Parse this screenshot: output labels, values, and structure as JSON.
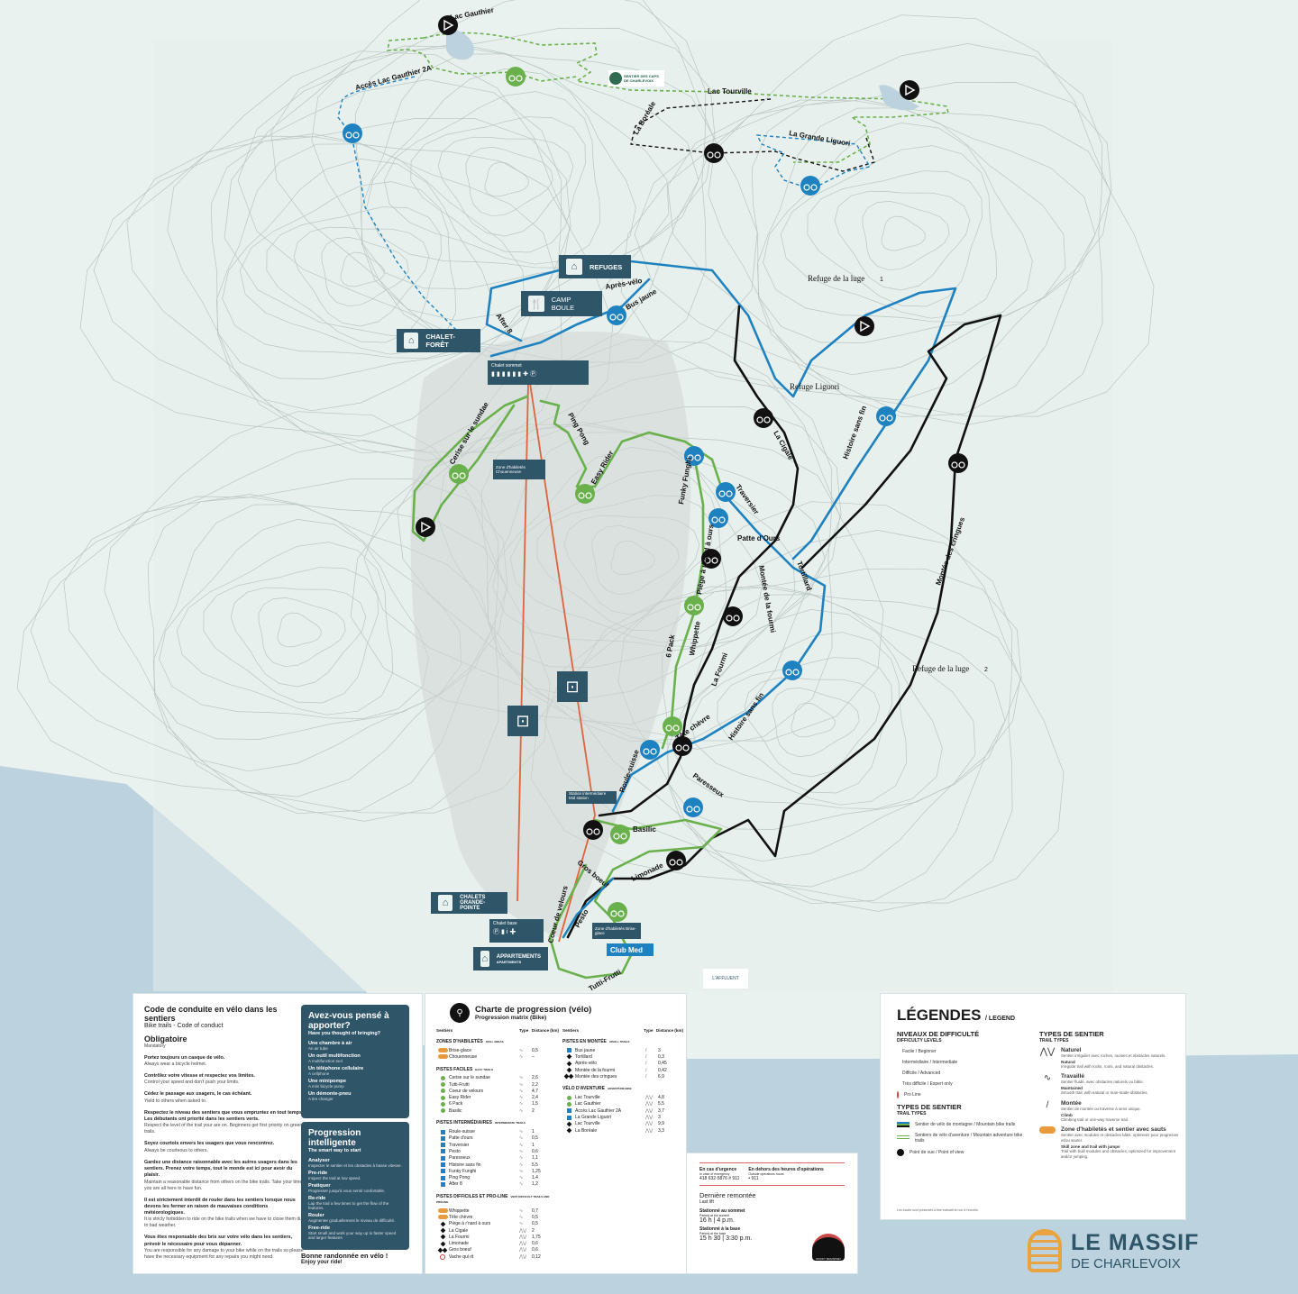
{
  "map": {
    "trail_labels": {
      "lac_gauthier": "Lac Gauthier",
      "acces_lac_gauthier": "Accès Lac Gauthier 2A",
      "lac_tourville": "Lac Tourville",
      "la_boreale": "La Boréale",
      "grande_liguori": "La Grande Liguori",
      "apres_velo": "Après-vélo",
      "bus_jaune": "Bus jaune",
      "after_8": "After 8",
      "cerise": "Cerise sur le sundae",
      "ping_pong": "Ping Pong",
      "easy_rider": "Easy Rider",
      "funky_funghi": "Funky Funghi",
      "traversier": "Traversier",
      "patte_ours": "Patte d'Ours",
      "piege": "Piège à r'nard à ours",
      "montee_fourmi": "Montée de la fourmi",
      "tortillard": "Tortillard",
      "la_cigale": "La Cigale",
      "histoire1": "Histoire sans fin",
      "histoire2": "Histoire sans fin",
      "montee_cringues": "Montée des cringues",
      "six_pack": "6 Pack",
      "whippette": "Whippette",
      "la_fourmi": "La Fourmi",
      "tete_chevre": "Tête chèvre",
      "roule_suisse": "Roule-suisse",
      "paresseux": "Paresseux",
      "basilic": "Basilic",
      "limonade": "Limonade",
      "gros_boeuf": "Gros boeuf",
      "coeur_velours": "Coeur de velours",
      "pesto": "Pesto",
      "tutti_frutti": "Tutti-Frutti"
    },
    "places": {
      "refuges": "REFUGES",
      "camp_boule": "CAMP BOULE",
      "chalet_foret": "CHALET-FORÊT",
      "chalet_sommet": "Chalet sommet",
      "zone_chouenneuse": "Zone d'habiletés Chouenneuse",
      "refuge_luge1": "Refuge de la luge",
      "refuge_luge1_num": "1",
      "refuge_liguori": "Refuge Liguori",
      "refuge_luge2": "Refuge de la luge",
      "refuge_luge2_num": "2",
      "station_inter": "Station intermédiaire",
      "station_inter_en": "Mid station",
      "chalets_gp1": "CHALETS",
      "chalets_gp2": "GRANDE-POINTE",
      "chalet_base": "Chalet base",
      "appartements": "APPARTEMENTS",
      "appartements_en": "APARTMENTS",
      "zone_brise": "Zone d'habiletés Brise-glace",
      "club_med": "Club Med",
      "sentier_caps": "SENTIER DES CAPS",
      "sentier_caps_sub": "DE CHARLEVOIX",
      "affluent": "L'AFFLUENT"
    }
  },
  "conduct": {
    "title": "Code de conduite en vélo dans les sentiers",
    "subtitle": "Bike trails - Code of conduct",
    "mandatory": "Obligatoire",
    "mandatory_en": "Mandatory",
    "rules": [
      {
        "fr": "Portez toujours un casque de vélo.",
        "en": "Always wear a bicycle helmet."
      },
      {
        "fr": "Contrôlez votre vitesse et respectez vos limites.",
        "en": "Control your speed and don't push your limits."
      },
      {
        "fr": "Cédez le passage aux usagers, le cas échéant.",
        "en": "Yield to others when asked to."
      },
      {
        "fr": "Respectez le niveau des sentiers que vous empruntez en tout temps. Les débutants ont priorité dans les sentiers verts.",
        "en": "Respect the level of the trail your are on. Beginners get first priority on green trails."
      },
      {
        "fr": "Soyez courtois envers les usagers que vous rencontrez.",
        "en": "Always be courteous to others."
      },
      {
        "fr": "Gardez une distance raisonnable avec les autres usagers dans les sentiers. Prenez votre temps, tout le monde est ici pour avoir du plaisir.",
        "en": "Maintain a reasonable distance from others on the bike trails. Take your time, you are all here to have fun."
      },
      {
        "fr": "Il est strictement interdit de rouler dans les sentiers lorsque nous devons les fermer en raison de mauvaises conditions météorologiques.",
        "en": "It is stricly forbidden to ride on the bike trails when we have to close them due to bad weather."
      },
      {
        "fr": "Vous êtes responsable des bris sur votre vélo dans les sentiers, prévoir le nécessaire pour vous dépanner.",
        "en": "You are responsible for any damage to your bike while on the trails so please have the necessary equipment for any repairs you might need."
      }
    ],
    "bring": {
      "title": "Avez-vous pensé à apporter?",
      "subtitle": "Have you thought of bringing?",
      "items": [
        {
          "fr": "Une chambre à air",
          "en": "An air tube"
        },
        {
          "fr": "Un outil multifonction",
          "en": "A multifunction tool"
        },
        {
          "fr": "Un téléphone cellulaire",
          "en": "A cellphone"
        },
        {
          "fr": "Une minipompe",
          "en": "A mini bicycle pump"
        },
        {
          "fr": "Un démonte-pneu",
          "en": "A tire changer"
        }
      ]
    },
    "progression": {
      "title": "Progression intelligente",
      "subtitle": "The smart way to start",
      "items": [
        {
          "fr": "Analyser",
          "fr_desc": "Inspecter le sentier et les obstacles à basse vitesse.",
          "en": "Pre-ride",
          "en_desc": "Inspect the trail at low speed."
        },
        {
          "fr": "Pratiquer",
          "fr_desc": "Progresser jusqu'à vous sentir confortable.",
          "en": "Re-ride",
          "en_desc": "Lap the trail a few times to get the flow of the features."
        },
        {
          "fr": "Rouler",
          "fr_desc": "Augmenter graduellement le niveau de difficulté.",
          "en": "Free-ride",
          "en_desc": "Start small and work your way up to faster speed and larger features"
        }
      ]
    },
    "enjoy": "Bonne randonnée en vélo !",
    "enjoy_en": "Enjoy your ride!"
  },
  "charte": {
    "title": "Charte de progression (vélo)",
    "subtitle": "Progression matrix (Bike)",
    "col_trails": "Sentiers",
    "col_type": "Type",
    "col_distance": "Distance (km)",
    "sections_left": [
      {
        "name": "ZONES D'HABILETÉS",
        "name_en": "SKILL AREAS",
        "rows": [
          [
            "Brise-glace",
            "pill",
            "∿",
            "0,5"
          ],
          [
            "Chouenneuse",
            "pill",
            "∿",
            "–"
          ]
        ]
      },
      {
        "name": "PISTES FACILES",
        "name_en": "EASY TRAILS",
        "rows": [
          [
            "Cerise sur le sundae",
            "dot",
            "∿",
            "2,6"
          ],
          [
            "Tutti-Frutti",
            "dot",
            "∿",
            "2,2"
          ],
          [
            "Coeur de velours",
            "dot",
            "∿",
            "4,7"
          ],
          [
            "Easy Rider",
            "dot",
            "∿",
            "2,4"
          ],
          [
            "6 Pack",
            "dot",
            "∿",
            "1,5"
          ],
          [
            "Basilic",
            "dot",
            "∿",
            "2"
          ]
        ]
      },
      {
        "name": "PISTES INTERMÉDIAIRES",
        "name_en": "INTERMEDIATE TRAILS",
        "rows": [
          [
            "Roule-suisse",
            "sq",
            "∿",
            "1"
          ],
          [
            "Patte d'ours",
            "sq",
            "∿",
            "0,5"
          ],
          [
            "Traversier",
            "sq",
            "∿",
            "1"
          ],
          [
            "Pesto",
            "sq",
            "∿",
            "0,6"
          ],
          [
            "Paresseux",
            "sq",
            "∿",
            "1,1"
          ],
          [
            "Histoire sans fin",
            "sq",
            "∿",
            "5,5"
          ],
          [
            "Funky Funghi",
            "sq",
            "∿",
            "1,25"
          ],
          [
            "Ping Pong",
            "sq",
            "∿",
            "1,4"
          ],
          [
            "After 8",
            "sq",
            "∿",
            "1,2"
          ]
        ]
      },
      {
        "name": "PISTES DIFFICILES ET PRO-LINE",
        "name_en": "VERY DIFFICULT TRAILS AND PROLINE",
        "rows": [
          [
            "Whippette",
            "pill",
            "∿",
            "0,7"
          ],
          [
            "Tête chèvre",
            "pill",
            "∿",
            "0,5"
          ],
          [
            "Piège à r'nard à ours",
            "dia",
            "∿",
            "0,5"
          ],
          [
            "La Cigale",
            "dia",
            "⋀⋁",
            "2"
          ],
          [
            "La Fourmi",
            "dia",
            "⋀⋁",
            "1,75"
          ],
          [
            "Limonade",
            "dia",
            "⋀⋁",
            "0,6"
          ],
          [
            "Gros boeuf",
            "dia2",
            "⋀⋁",
            "0,6"
          ],
          [
            "Vache qui rit",
            "pro",
            "⋀⋁",
            "0,12"
          ]
        ]
      }
    ],
    "sections_right": [
      {
        "name": "PISTES EN MONTÉE",
        "name_en": "UPHILL TRAILS",
        "rows": [
          [
            "Bus jaune",
            "sq",
            "/",
            "3"
          ],
          [
            "Tortillard",
            "dia",
            "/",
            "0,3"
          ],
          [
            "Après-vélo",
            "dia",
            "/",
            "0,45"
          ],
          [
            "Montée de la fourmi",
            "dia",
            "/",
            "0,42"
          ],
          [
            "Montée des cringues",
            "dia2",
            "/",
            "6,9"
          ]
        ]
      },
      {
        "name": "VÉLO D'AVENTURE",
        "name_en": "ADVENTURE BIKE",
        "rows": [
          [
            "Lac Tourville",
            "dot",
            "⋀⋁",
            "4,8"
          ],
          [
            "Lac Gauthier",
            "dot",
            "⋀⋁",
            "5,5"
          ],
          [
            "Accès Lac Gauthier 2A",
            "sq",
            "⋀⋁",
            "3,7"
          ],
          [
            "La Grande Liguori",
            "sq",
            "⋀⋁",
            "3"
          ],
          [
            "Lac Tourville",
            "dia",
            "⋀⋁",
            "9,9"
          ],
          [
            "La Boréale",
            "dia",
            "⋀⋁",
            "3,3"
          ]
        ]
      }
    ]
  },
  "info": {
    "emergency": "En cas d'urgence",
    "emergency_en": "In case of emergency",
    "emergency_phone": "418 632-5876 # 911",
    "outside": "En dehors des heures d'opérations",
    "outside_en": "Outside operations hours",
    "outside_phone": "• 911",
    "last_lift": "Dernière remontée",
    "last_lift_en": "Last lift",
    "summit": "Stationné au sommet",
    "summit_en": "Parked at the summit",
    "summit_time": "16 h  |  4 p.m.",
    "base": "Stationné à la base",
    "base_en": "Parked at the base",
    "base_time": "15 h 30  |  3:30 p.m.",
    "badge": "ROCKY MOUNTAIN"
  },
  "legend": {
    "title": "LÉGENDES",
    "title_en": "/ LEGEND",
    "difficulty": "NIVEAUX DE DIFFICULTÉ",
    "difficulty_en": "DIFFICULTY LEVELS",
    "levels": [
      "Facile / Beginner",
      "Intermédiaire / Intermediate",
      "Difficile / Advanced",
      "Très difficile / Expert only",
      "Pro Line"
    ],
    "types": "TYPES DE SENTIER",
    "types_en": "TRAIL TYPES",
    "type_items": [
      "Sentier de vélo de montagne  / Mountain bike trails",
      "Sentiers de vélo d'aventure  / Mountain adventure bike trails",
      "Point de vue / Point of view"
    ],
    "types2": "TYPES DE SENTIER",
    "types2_en": "TRAIL TYPES",
    "trail_types": [
      {
        "fr": "Naturel",
        "fr_desc": "Sentier irrégulier avec roches, racines et obstacles naturels.",
        "en": "Natural",
        "en_desc": "Irregular trail with rocks, roots, and natural obstacles."
      },
      {
        "fr": "Travaillé",
        "fr_desc": "Sentier fluide, avec obstacles naturels ou bâtis.",
        "en": "Maintained",
        "en_desc": "Smooth trail, with natural or man-made obstacles."
      },
      {
        "fr": "Montée",
        "fr_desc": "Sentier de montée ou traverse à sens unique.",
        "en": "Climb",
        "en_desc": "Climbing trail or one-way traverse trail."
      },
      {
        "fr": "Zone d'habiletés et sentier avec sauts",
        "fr_desc": "Sentier avec modules et obstacles bâtis, optimisés pour progresser et/ou sauter.",
        "en": "Skill zone and trail with jumps",
        "en_desc": "Trail with built modules and obstacles, optimized for improvement and/or jumping."
      }
    ],
    "note": "Les tracés sont présentés à titre indicatif et non à l'échelle."
  },
  "brand": {
    "name": "LE MASSIF",
    "sub": "DE CHARLEVOIX"
  },
  "colors": {
    "easy": "#6ab04c",
    "intermediate": "#1f82c0",
    "difficult": "#111111",
    "panel": "#2f5568",
    "water": "#bcd3df",
    "lift": "#e0643c"
  }
}
